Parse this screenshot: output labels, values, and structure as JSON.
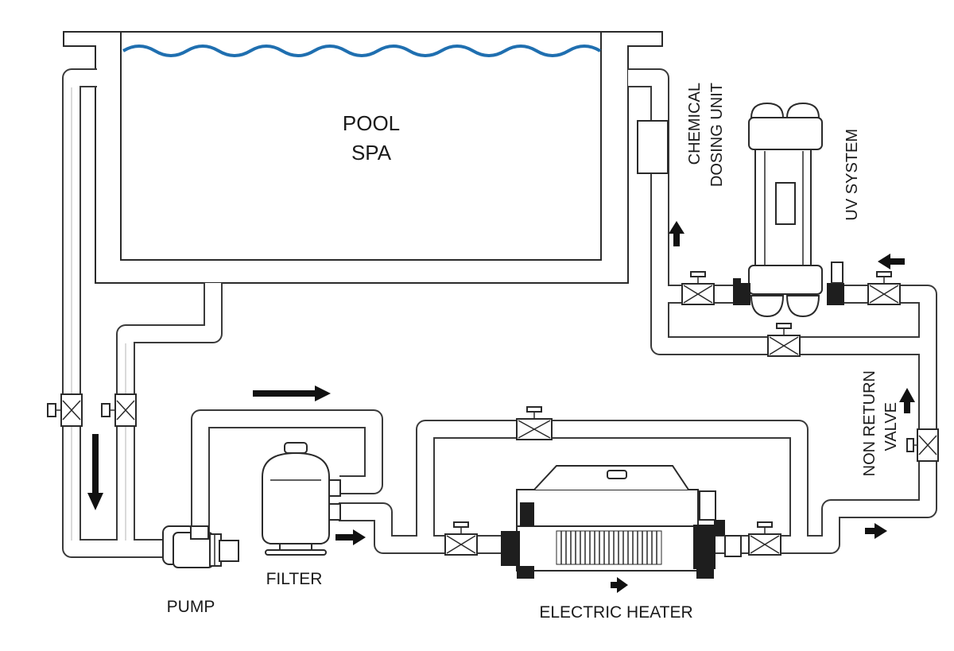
{
  "pool": {
    "line1": "POOL",
    "line2": "SPA"
  },
  "labels": {
    "chemical_line1": "CHEMICAL",
    "chemical_line2": "DOSING UNIT",
    "uv": "UV SYSTEM",
    "nrv_line1": "NON RETURN",
    "nrv_line2": "VALVE",
    "pump": "PUMP",
    "filter": "FILTER",
    "heater": "ELECTRIC HEATER"
  },
  "colors": {
    "water": "#1f6fb0",
    "line": "#2a2a2a",
    "arrow": "#111111"
  },
  "icons": [
    "flow-arrow-icon",
    "valve-icon",
    "water-wave-icon"
  ]
}
